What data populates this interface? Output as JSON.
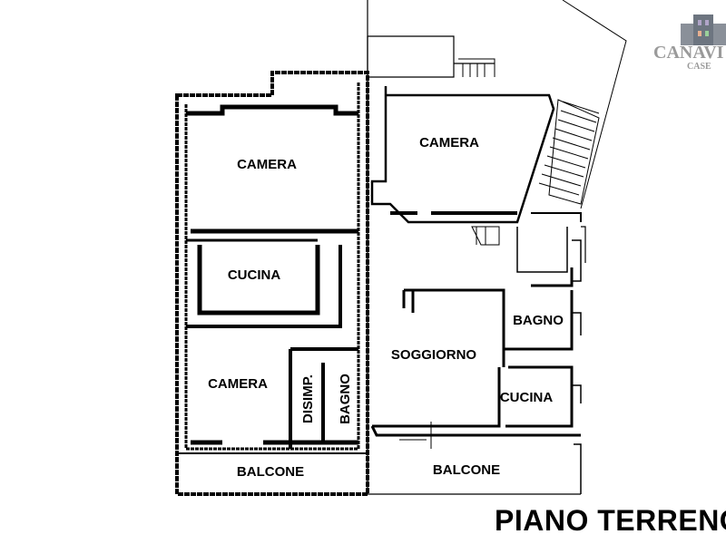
{
  "title": "PIANO TERRENO",
  "logo": {
    "name": "CANAVESE",
    "sub": "CASE"
  },
  "rooms_left": {
    "camera_top": "CAMERA",
    "cucina": "CUCINA",
    "camera_bottom": "CAMERA",
    "disimp": "DISIMP.",
    "bagno": "BAGNO",
    "balcone": "BALCONE"
  },
  "rooms_right": {
    "camera": "CAMERA",
    "soggiorno": "SOGGIORNO",
    "bagno": "BAGNO",
    "cucina": "CUCINA",
    "balcone": "BALCONE"
  }
}
